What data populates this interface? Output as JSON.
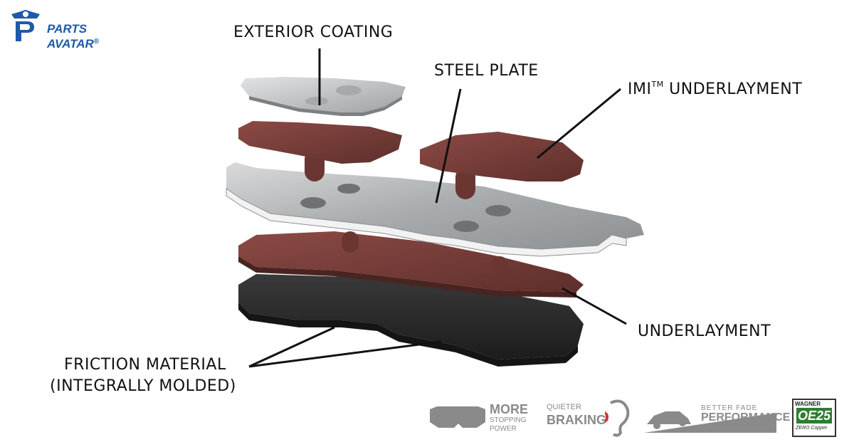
{
  "brand": {
    "name_line1": "PARTS",
    "name_line2": "AVATAR",
    "registered": "®",
    "color": "#1e5aa8"
  },
  "labels": {
    "exterior_coating": "EXTERIOR COATING",
    "steel_plate": "STEEL PLATE",
    "imi_prefix": "IMI",
    "imi_tm": "TM",
    "imi_suffix": " UNDERLAYMENT",
    "underlayment": "UNDERLAYMENT",
    "friction_line1": "FRICTION MATERIAL",
    "friction_line2": "(INTEGRALLY MOLDED)"
  },
  "badges": {
    "stopping_more": "MORE",
    "stopping_line2": "STOPPING",
    "stopping_line3": "POWER",
    "braking_top": "QUIETER",
    "braking_main": "BRAKING",
    "fade_top": "BETTER FADE",
    "fade_main": "PERFORMANCE",
    "wagner_name": "WAGNER",
    "wagner_oe": "OE",
    "wagner_num": "25",
    "wagner_sub": "ZERO Copper"
  },
  "colors": {
    "underlayment": "#7a3f3b",
    "steel": "#b9bcbe",
    "friction": "#2a2a2a",
    "badge_gray": "#8a8a8a",
    "badge_red": "#c0392b"
  }
}
